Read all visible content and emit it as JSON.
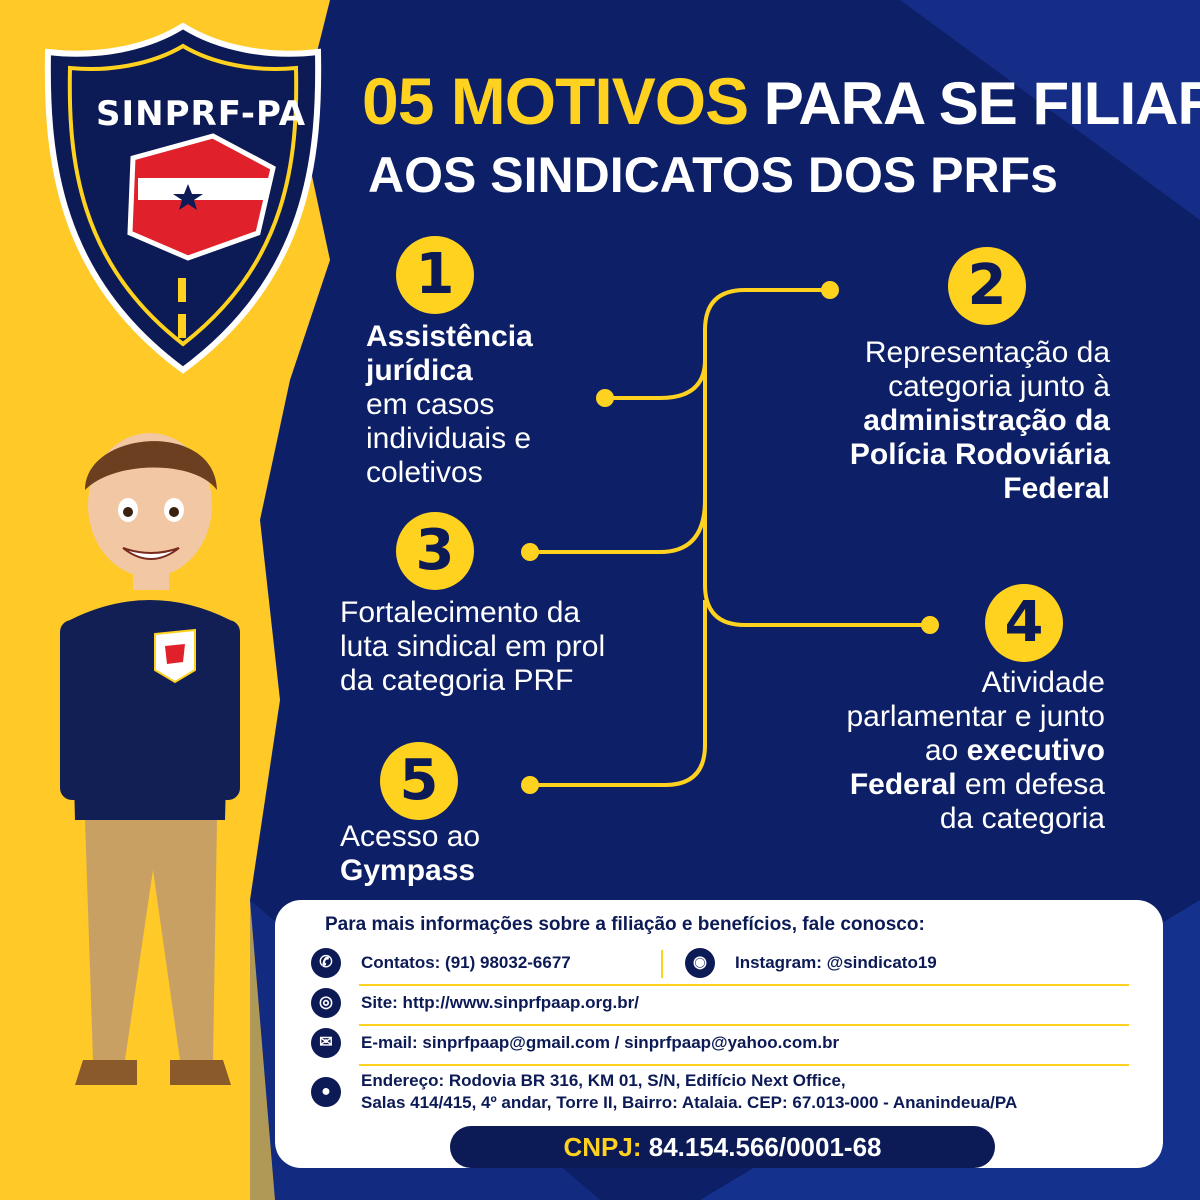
{
  "header": {
    "title_highlight": "05 MOTIVOS",
    "title_rest": "PARA SE FILIAR",
    "title_line2": "AOS SINDICATOS DOS PRFs"
  },
  "logo": {
    "text": "SINPRF-PA"
  },
  "reasons": [
    {
      "number": "1",
      "bold": "Assistência jurídica",
      "text": "em casos individuais e coletivos"
    },
    {
      "number": "2",
      "text": "Representação da categoria junto à",
      "bold": "administração da Polícia Rodoviária Federal"
    },
    {
      "number": "3",
      "text": "Fortalecimento da luta sindical em prol da categoria PRF"
    },
    {
      "number": "4",
      "text_a": "Atividade parlamentar e junto ao",
      "bold": "executivo Federal",
      "text_b": "em defesa da categoria"
    },
    {
      "number": "5",
      "text": "Acesso ao",
      "bold": "Gympass"
    }
  ],
  "contact": {
    "heading": "Para mais informações sobre a filiação e benefícios, fale conosco:",
    "phone": "Contatos: (91) 98032-6677",
    "instagram": "Instagram: @sindicato19",
    "site": "Site: http://www.sinprfpaap.org.br/",
    "email": "E-mail: sinprfpaap@gmail.com / sinprfpaap@yahoo.com.br",
    "address_line1": "Endereço: Rodovia BR 316, KM 01, S/N, Edifício Next Office,",
    "address_line2": "Salas 414/415, 4º andar, Torre II, Bairro: Atalaia. CEP: 67.013-000 - Ananindeua/PA",
    "cnpj_label": "CNPJ:",
    "cnpj_value": "84.154.566/0001-68"
  },
  "colors": {
    "navy": "#0d1f66",
    "yellow": "#ffd21f",
    "white": "#ffffff"
  },
  "icons": [
    "phone-icon",
    "instagram-icon",
    "globe-icon",
    "mail-icon",
    "location-icon"
  ]
}
